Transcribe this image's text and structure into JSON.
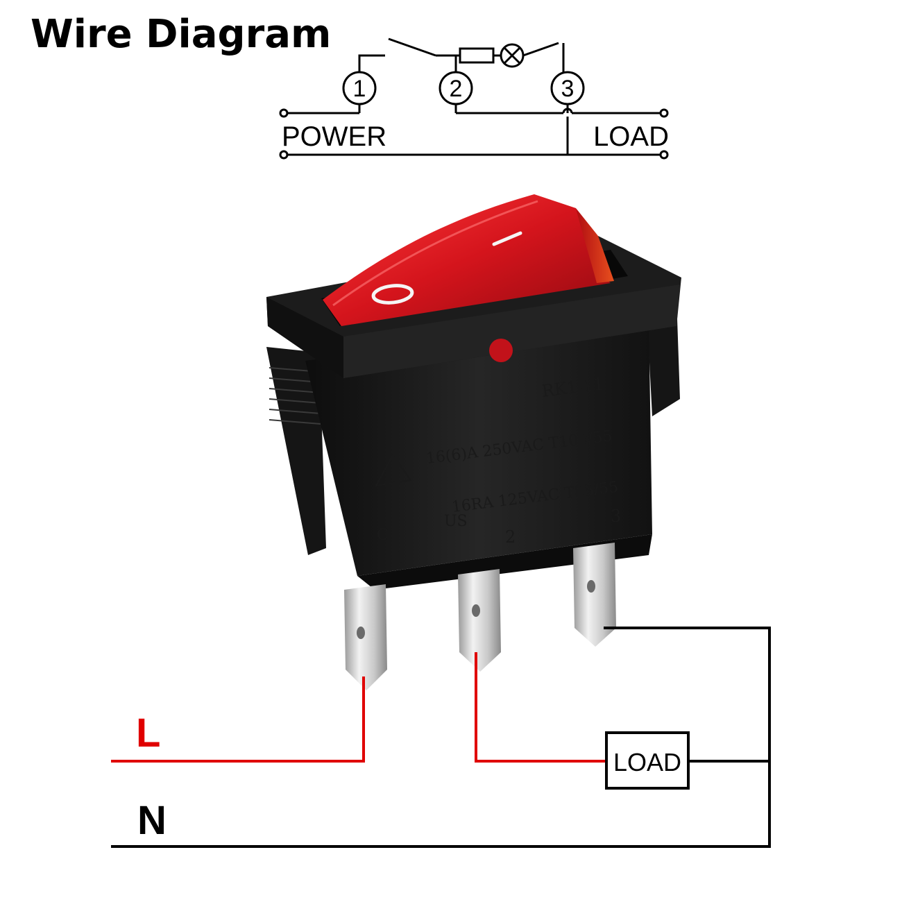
{
  "title": "Wire Diagram",
  "schematic": {
    "terminal_1": "1",
    "terminal_2": "2",
    "terminal_3": "3",
    "power_label": "POWER",
    "load_label": "LOAD"
  },
  "switch": {
    "symbol_off": "O",
    "symbol_on": "I",
    "model": "RK1-11",
    "rating_line_1": "16(6)A 250VAC T100/55",
    "rating_line_2": "16RA 125VAC T85/55",
    "cert_c": "C",
    "cert_us": "US",
    "pin_1": "1",
    "pin_2": "2",
    "pin_3": "3"
  },
  "wiring": {
    "line_label": "L",
    "neutral_label": "N",
    "load_box_label": "LOAD"
  },
  "colors": {
    "live_wire": "#e00000",
    "neutral_wire": "#000000",
    "rocker": "#c8141b",
    "housing": "#1b1b1b"
  }
}
